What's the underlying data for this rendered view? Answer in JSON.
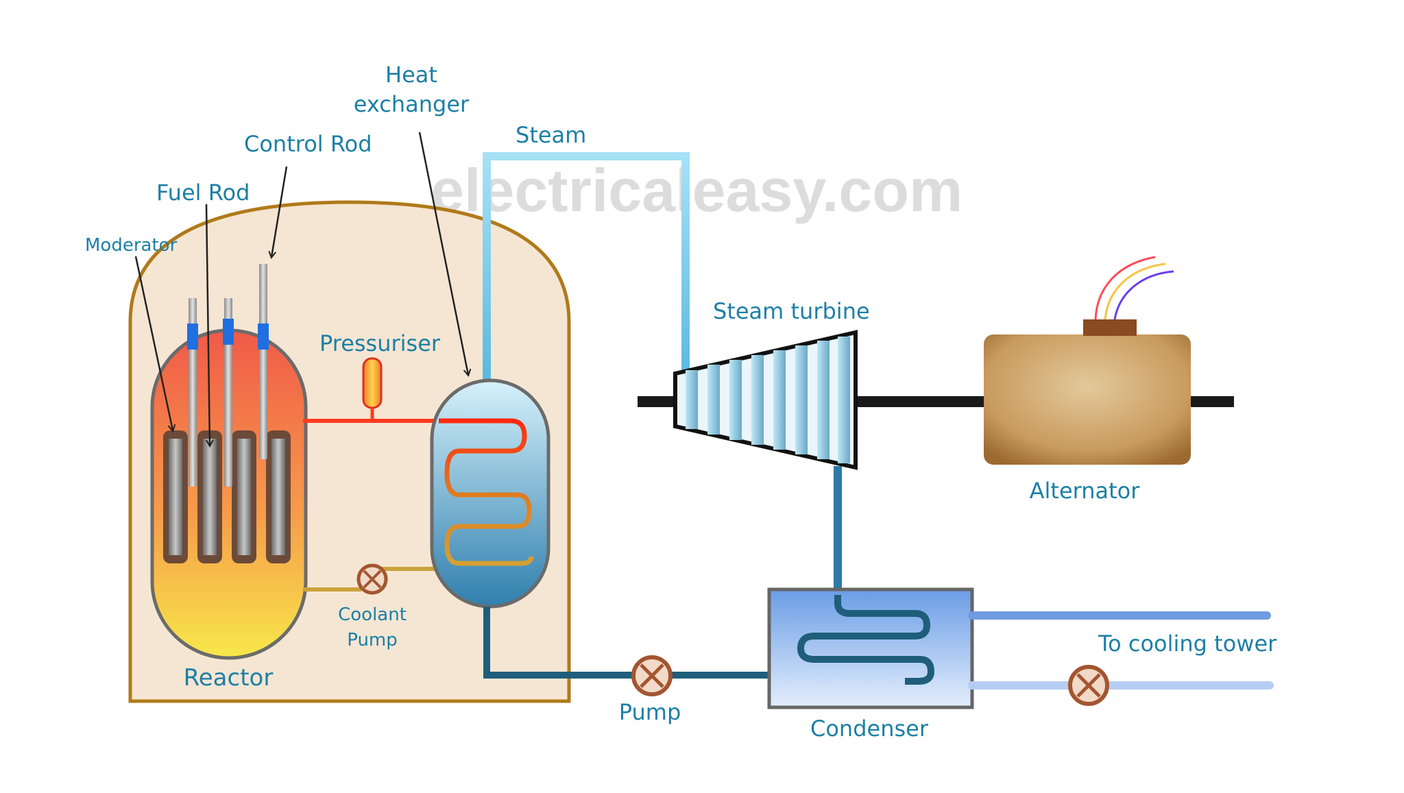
{
  "watermark": "electricaleasy.com",
  "labels": {
    "heat_exchanger_line1": "Heat",
    "heat_exchanger_line2": "exchanger",
    "steam": "Steam",
    "control_rod": "Control Rod",
    "fuel_rod": "Fuel Rod",
    "moderator": "Moderator",
    "pressuriser": "Pressuriser",
    "steam_turbine": "Steam turbine",
    "alternator": "Alternator",
    "coolant_pump_line1": "Coolant",
    "coolant_pump_line2": "Pump",
    "reactor": "Reactor",
    "pump": "Pump",
    "condenser": "Condenser",
    "to_cooling_tower": "To cooling tower"
  },
  "colors": {
    "label": "#1d7fa6",
    "containment_fill": "#f5e6d3",
    "containment_stroke": "#b07a1a",
    "primary_hot": "#ff3b1f",
    "primary_return": "#c9a23a",
    "steam_line": "#8fd3f0",
    "condensate_line": "#1f5e7a",
    "cooling_line": "#6e9ae0"
  }
}
